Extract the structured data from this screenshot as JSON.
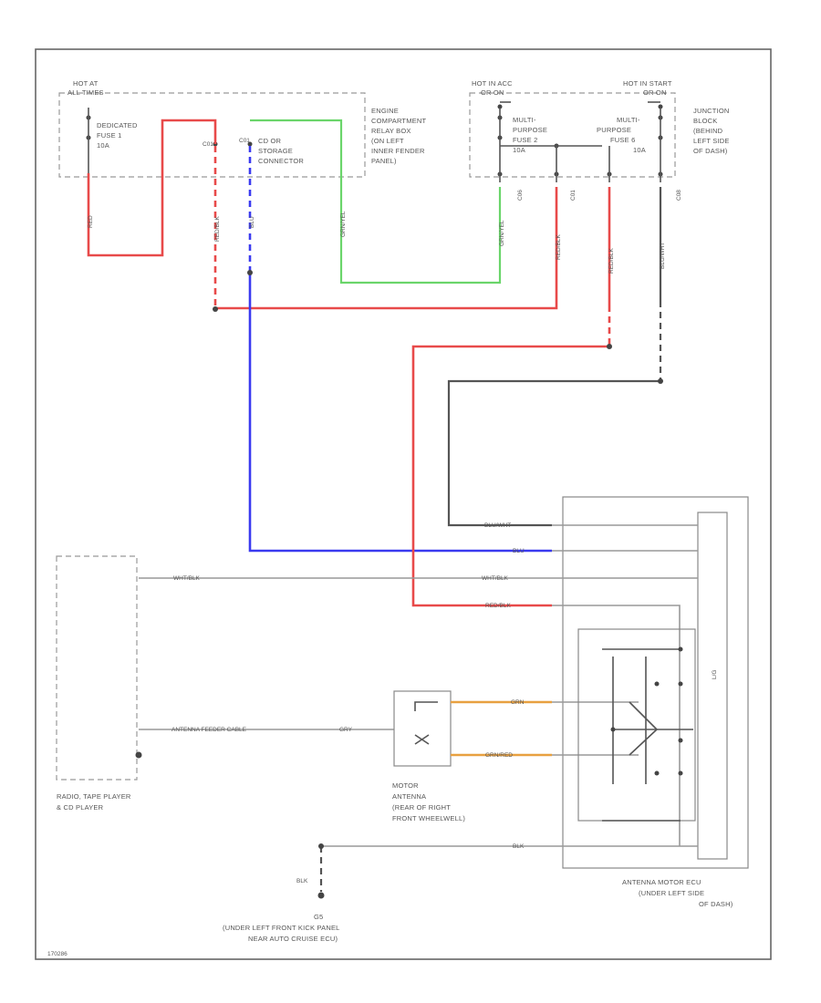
{
  "labels": {
    "hot_at_all_times": [
      "HOT AT",
      "ALL TIMES"
    ],
    "hot_in_acc": [
      "HOT IN ACC",
      "OR ON"
    ],
    "hot_in_start": [
      "HOT IN START",
      "OR ON"
    ],
    "engine_relay_box": [
      "ENGINE",
      "COMPARTMENT",
      "RELAY BOX",
      "(ON LEFT",
      "INNER FENDER",
      "PANEL)"
    ],
    "junction_block": [
      "JUNCTION",
      "BLOCK",
      "(BEHIND",
      "LEFT SIDE",
      "OF DASH)"
    ],
    "dedicated_fuse": [
      "DEDICATED",
      "FUSE 1",
      "10A"
    ],
    "multi_fuse_2": [
      "MULTI-",
      "PURPOSE",
      "FUSE 2",
      "10A"
    ],
    "multi_fuse_6": [
      "MULTI-",
      "PURPOSE",
      "FUSE 6",
      "10A"
    ],
    "cd_storage": [
      "CD OR",
      "STORAGE",
      "CONNECTOR"
    ],
    "radio": [
      "RADIO, TAPE PLAYER",
      "& CD PLAYER"
    ],
    "motor_antenna": [
      "MOTOR",
      "ANTENNA",
      "(REAR OF RIGHT",
      "FRONT WHEELWELL)"
    ],
    "antenna_ecu": [
      "ANTENNA MOTOR ECU",
      "(UNDER LEFT SIDE",
      "OF DASH)"
    ],
    "ground": [
      "G5",
      "(UNDER LEFT FRONT KICK PANEL",
      "NEAR AUTO CRUISE ECU)"
    ],
    "ground_wire": "BLK",
    "figure_id": "170286"
  },
  "wires": {
    "red_left": "RED",
    "red_blk_1": "RED/BLK",
    "blu_1": "BLU",
    "green": "GRN/YEL",
    "green_2": "GRN/YEL",
    "red_blk_2": "RED/BLK",
    "red_blk_3": "RED/BLK",
    "blu_blk": "BLU/WHT",
    "c_lbl_1": "C06",
    "c_lbl_2": "C01",
    "c_lbl_3": "C08",
    "ecu_1": "BLU/WHT",
    "ecu_2": "BLU",
    "ecu_3": "WHT/BLK",
    "ecu_4": "RED/BLK",
    "radio_wht": "WHT/BLK",
    "feeder": "ANTENNA FEEDER CABLE",
    "feeder_grn": "GRY",
    "motor_1": "GRN",
    "motor_2": "GRN/RED",
    "ecu_blk": "BLK",
    "ecu_mark": "L/G"
  }
}
